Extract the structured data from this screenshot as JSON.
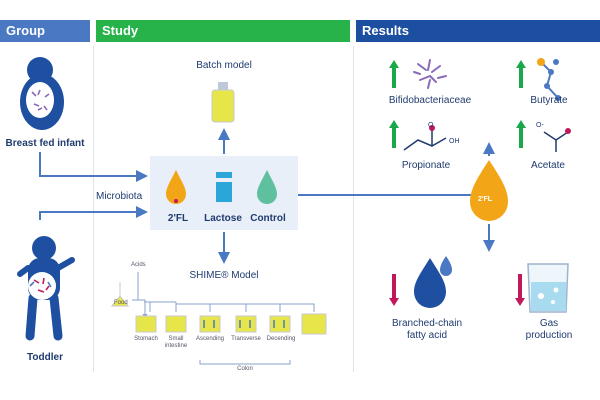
{
  "headers": {
    "group": "Group",
    "study": "Study",
    "results": "Results"
  },
  "group": {
    "infant_label": "Breast fed infant",
    "toddler_label": "Toddler"
  },
  "study": {
    "batch_model": "Batch model",
    "microbiota": "Microbiota",
    "treatments": [
      "2'FL",
      "Lactose",
      "Control"
    ],
    "shime_model": "SHIME® Model",
    "shime_labels": {
      "acids": "Acids",
      "food": "Food",
      "stomach": "Stomach",
      "small_intestine_1": "Small",
      "small_intestine_2": "intestine",
      "ascending": "Ascending",
      "transverse": "Transverse",
      "decending": "Decending",
      "colon": "Colon"
    }
  },
  "results": {
    "center_label": "2'FL",
    "increased": [
      "Bifidobacteriaceae",
      "Butyrate",
      "Propionate",
      "Acetate"
    ],
    "decreased_1_line1": "Branched-chain",
    "decreased_1_line2": "fatty acid",
    "decreased_2_line1": "Gas",
    "decreased_2_line2": "production",
    "chem_oh": "OH",
    "chem_o": "O",
    "chem_o_minus": "O-"
  },
  "colors": {
    "group": "#4a78c2",
    "study": "#27b24a",
    "results": "#1d4fa0",
    "arrow_blue": "#4a78c2",
    "up_green": "#19a84a",
    "down_red": "#c2185b",
    "drop_orange": "#f2a516",
    "drop_green": "#5fc0a0",
    "dark_blue": "#1f3b6e"
  }
}
